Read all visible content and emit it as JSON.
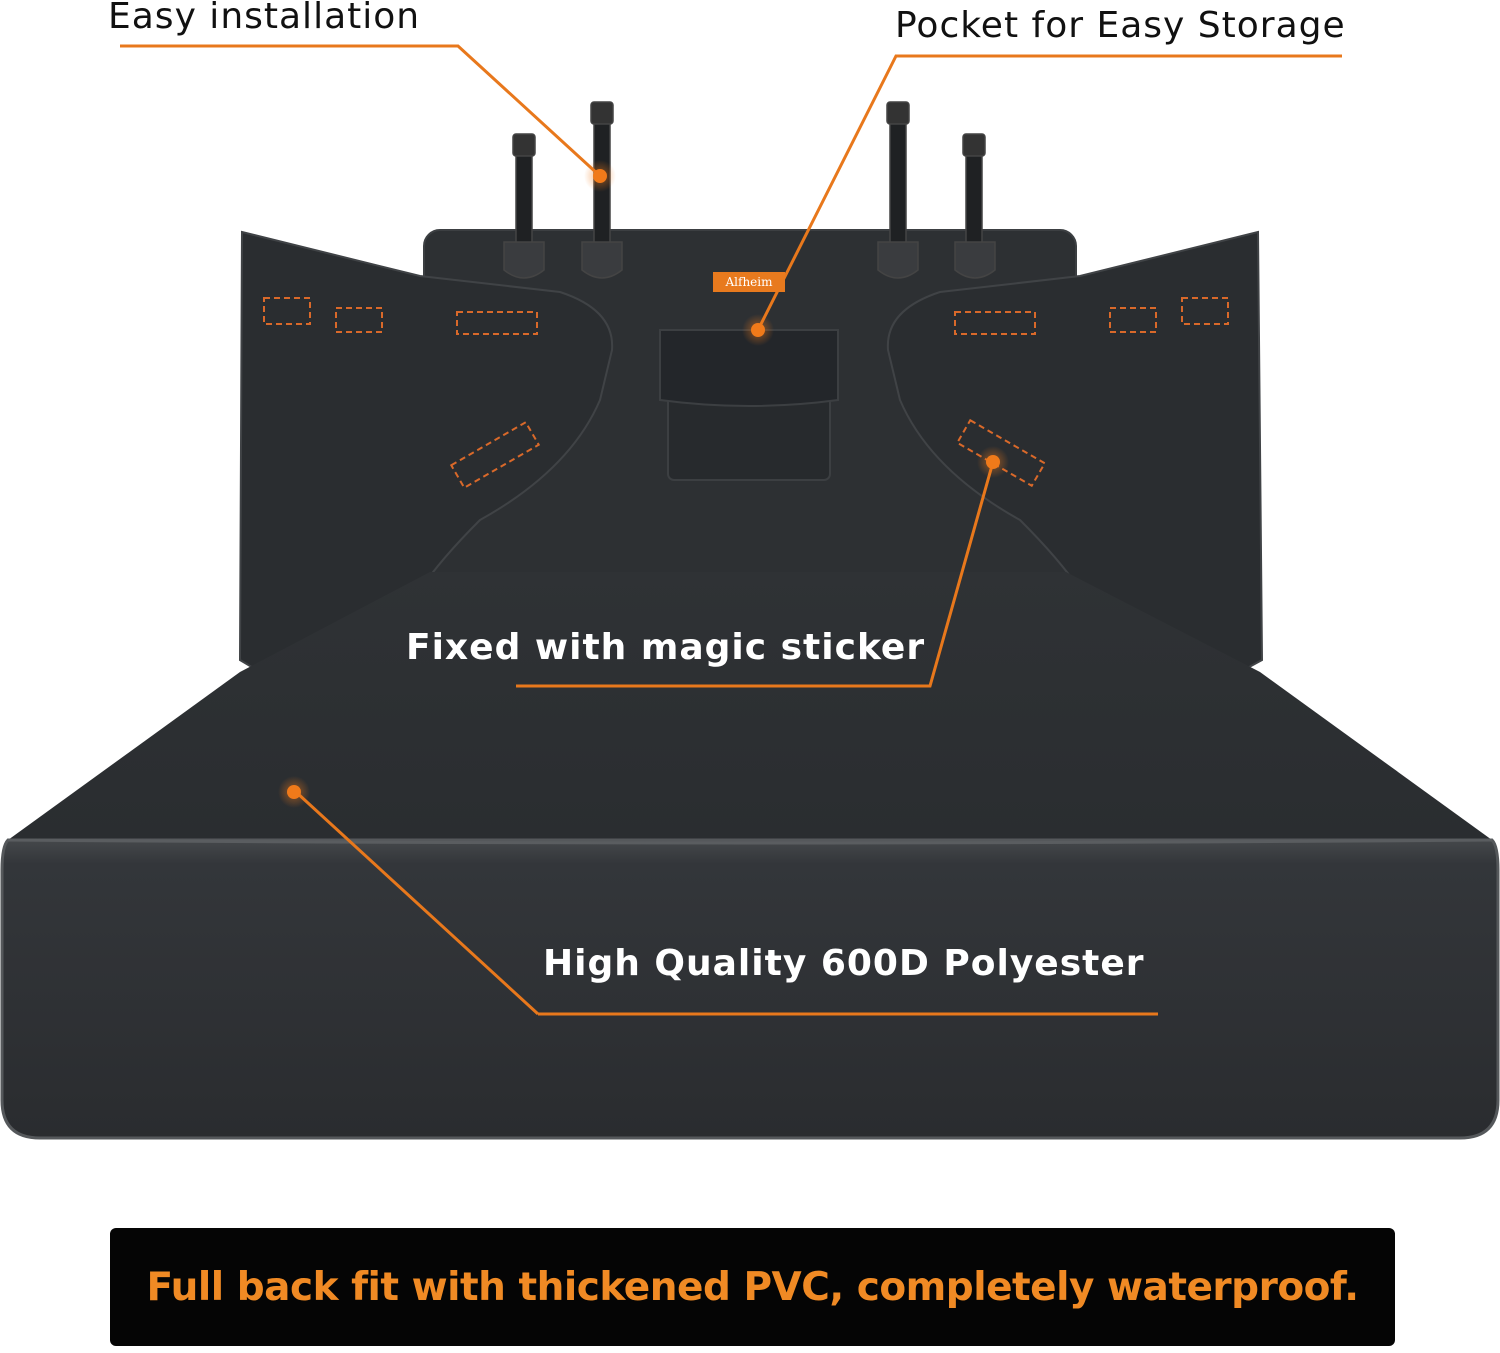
{
  "callouts": {
    "easy_installation": "Easy installation",
    "pocket": "Pocket for Easy Storage",
    "magic_sticker": "Fixed with magic sticker",
    "polyester": "High Quality 600D Polyester"
  },
  "brand_tag": "Alfheim",
  "banner": "Full back fit with thickened PVC, completely waterproof.",
  "colors": {
    "accent": "#f08a24",
    "cover": "#2b2e31",
    "banner_bg": "#050505"
  }
}
